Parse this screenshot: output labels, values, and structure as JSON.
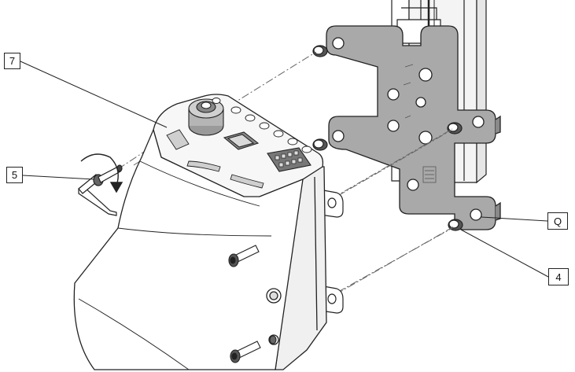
{
  "figure": {
    "callouts": {
      "module": "7",
      "screw_tool": "5",
      "adapter_plate": "Q",
      "nut": "4"
    }
  }
}
